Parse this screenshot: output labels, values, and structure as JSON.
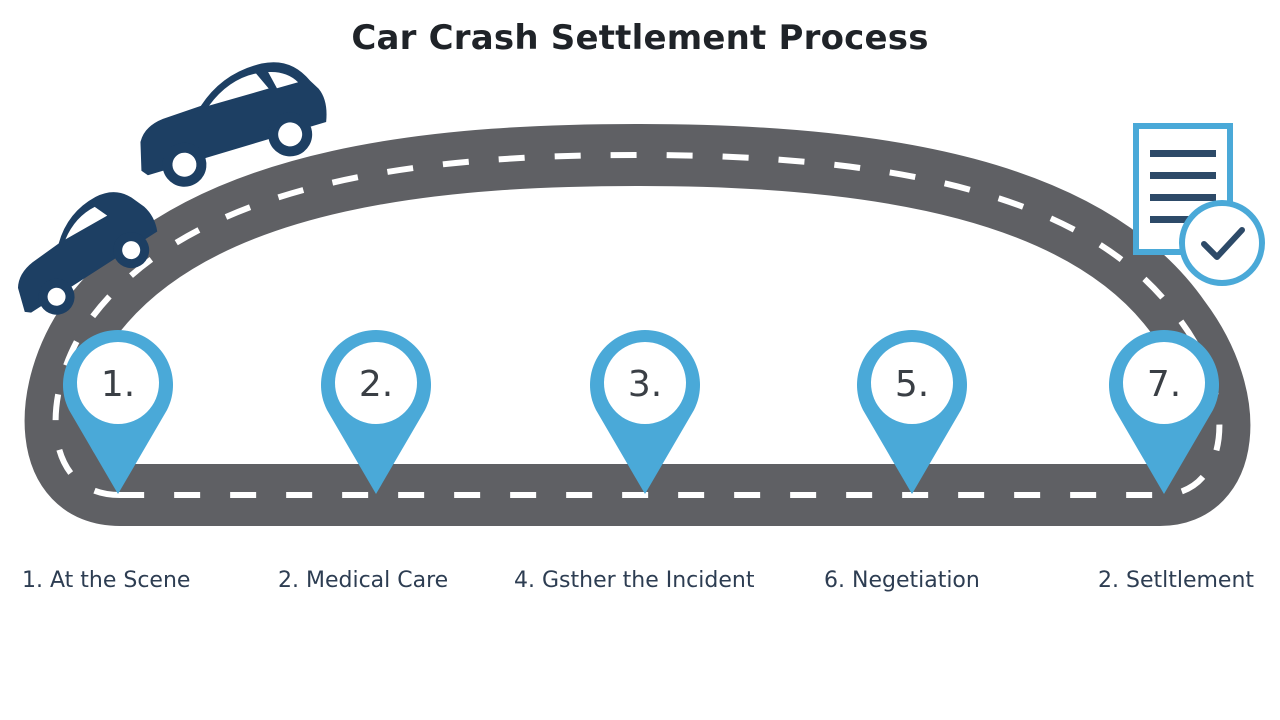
{
  "title": "Car Crash Settlement Process",
  "colors": {
    "road": "#5f6064",
    "road_dash": "#ffffff",
    "pin": "#4aa9d8",
    "pin_inner": "#ffffff",
    "vehicle": "#1d3f63",
    "document": "#4aa9d8",
    "document_lines": "#2d4a68",
    "title_text": "#1f2328",
    "label_text": "#2d3d52"
  },
  "icons": {
    "vehicles": "crashed-cars-icon",
    "document": "settlement-document-check-icon"
  },
  "pins": [
    {
      "number": "1."
    },
    {
      "number": "2."
    },
    {
      "number": "3."
    },
    {
      "number": "5."
    },
    {
      "number": "7."
    }
  ],
  "labels": [
    {
      "text": "1. At the Scene"
    },
    {
      "text": "2. Medical Care"
    },
    {
      "text": "4. Gsther the Incident"
    },
    {
      "text": "6. Negetiation"
    },
    {
      "text": "2. Setltlement"
    }
  ]
}
